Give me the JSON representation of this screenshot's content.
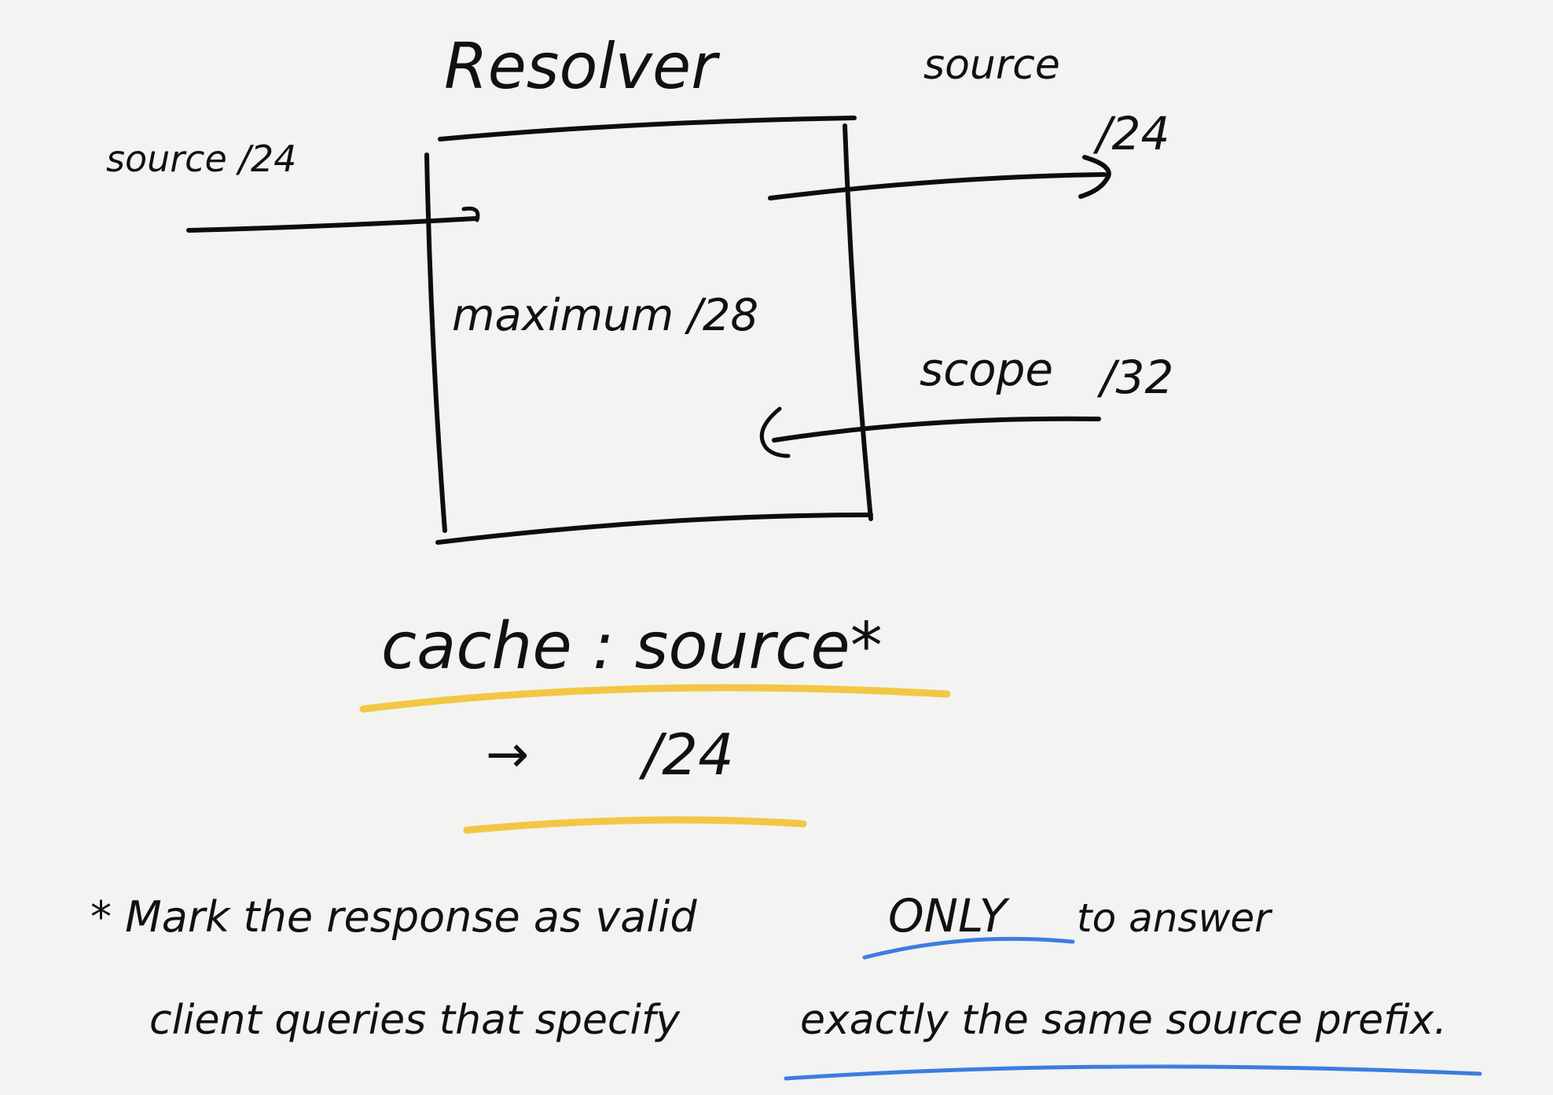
{
  "diagram": {
    "title": "Resolver",
    "box_label": "maximum /28",
    "inbound_source_label": "source /24",
    "outbound_source_label": "source",
    "outbound_prefix_label": "/24",
    "scope_label": "scope",
    "scope_prefix_label": "/32",
    "cache_heading": "cache : source*",
    "cache_arrow": "→",
    "cache_value": "/24",
    "footnote_line1_prefix": "* Mark the response as valid",
    "footnote_emphasis": "ONLY",
    "footnote_line1_suffix": "to answer",
    "footnote_line2_prefix": "client queries that specify",
    "footnote_line2_underlined": "exactly the same source prefix."
  },
  "colors": {
    "ink": "#0d0d0d",
    "highlight_yellow": "#f2c744",
    "underline_blue": "#3b7de0",
    "paper": "#f3f3f1"
  }
}
